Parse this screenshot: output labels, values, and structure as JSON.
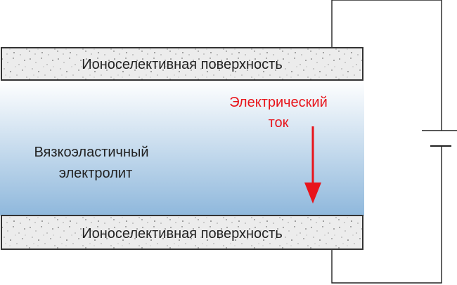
{
  "diagram": {
    "top_plate": {
      "label": "Ионоселективная поверхность"
    },
    "bottom_plate": {
      "label": "Ионоселективная поверхность"
    },
    "electrolyte": {
      "label_line1": "Вязкоэластичный",
      "label_line2": "электролит"
    },
    "current": {
      "label_line1": "Электрический",
      "label_line2": "ток"
    },
    "colors": {
      "current": "#e8141b",
      "plate_fill": "#ececec",
      "electrolyte_top": "#ffffff",
      "electrolyte_bottom": "#8fb8dc",
      "wire": "#222222"
    }
  }
}
